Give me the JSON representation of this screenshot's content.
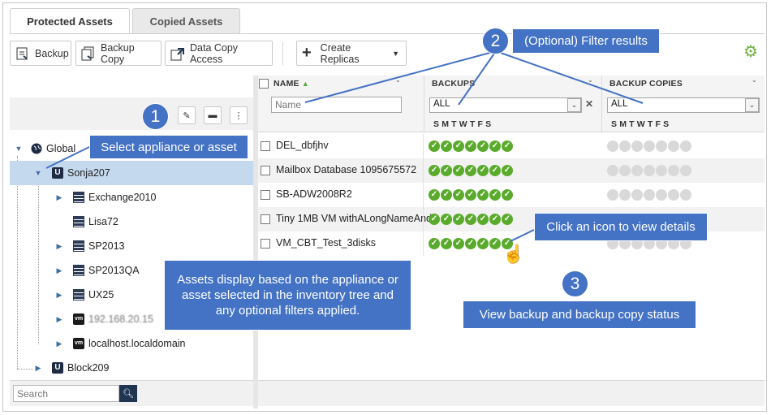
{
  "tabs": [
    {
      "label": "Protected Assets",
      "active": true
    },
    {
      "label": "Copied Assets",
      "active": false
    }
  ],
  "toolbar": {
    "backup": "Backup",
    "backup_copy": "Backup Copy",
    "data_copy_access": "Data Copy Access",
    "create_replicas": "Create Replicas"
  },
  "tree": {
    "items": [
      {
        "label": "Global",
        "icon": "globe-icon"
      },
      {
        "label": "Sonja207",
        "icon": "unitrends-icon",
        "selected": true
      },
      {
        "label": "Exchange2010",
        "icon": "server-icon"
      },
      {
        "label": "Lisa72",
        "icon": "server-icon"
      },
      {
        "label": "SP2013",
        "icon": "server-icon"
      },
      {
        "label": "SP2013QA",
        "icon": "server-icon"
      },
      {
        "label": "UX25",
        "icon": "server-icon"
      },
      {
        "label": "192.168.20.15",
        "icon": "vmware-icon"
      },
      {
        "label": "localhost.localdomain",
        "icon": "vmware-icon"
      },
      {
        "label": "Block209",
        "icon": "unitrends-icon"
      }
    ],
    "search_placeholder": "Search"
  },
  "grid": {
    "col_name": "NAME",
    "col_backups": "BACKUPS",
    "col_copies": "BACKUP COPIES",
    "name_placeholder": "Name",
    "backups_filter": "ALL",
    "copies_filter": "ALL",
    "days": "SMTWTFS",
    "rows": [
      {
        "name": "DEL_dbfjhv"
      },
      {
        "name": "Mailbox Database 1095675572"
      },
      {
        "name": "SB-ADW2008R2"
      },
      {
        "name": "Tiny 1MB VM withALongNameAnd"
      },
      {
        "name": "VM_CBT_Test_3disks"
      }
    ]
  },
  "callouts": {
    "n1": "1",
    "n2": "2",
    "n3": "3",
    "select_appliance": "Select appliance or asset",
    "filter_results": "(Optional) Filter results",
    "click_icon": "Click an icon to view details",
    "assets_display": "Assets display based on the appliance or asset selected in the inventory tree and any optional filters applied.",
    "view_status": "View backup and backup copy status"
  },
  "colors": {
    "accent": "#4472c4",
    "ok": "#5aab2c",
    "selected": "#c5d9ee"
  }
}
